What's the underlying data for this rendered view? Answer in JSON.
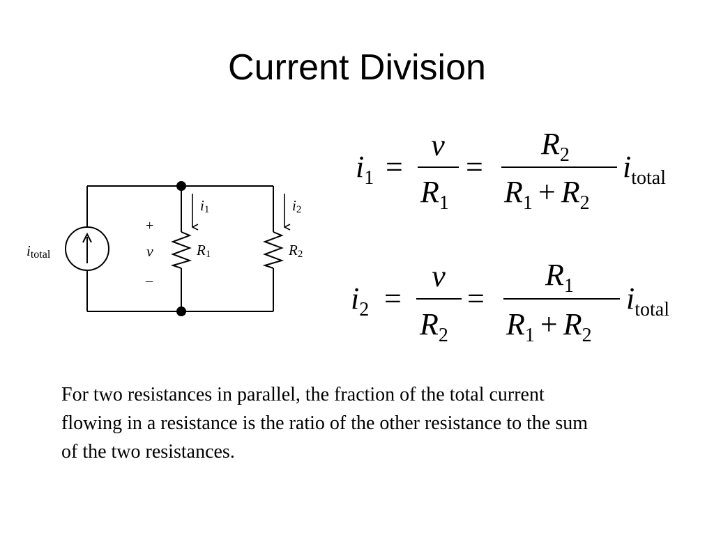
{
  "title": "Current Division",
  "circuit": {
    "source_label": {
      "sym": "i",
      "sub": "total"
    },
    "i1_label": {
      "sym": "i",
      "sub": "1"
    },
    "i2_label": {
      "sym": "i",
      "sub": "2"
    },
    "plus": "+",
    "minus": "–",
    "v": "v",
    "r1": {
      "sym": "R",
      "sub": "1"
    },
    "r2": {
      "sym": "R",
      "sub": "2"
    }
  },
  "equations": [
    {
      "lhs": {
        "sym": "i",
        "sub": "1"
      },
      "eq": "=",
      "frac1": {
        "num": "v",
        "den": {
          "sym": "R",
          "sub": "1"
        }
      },
      "frac2": {
        "num": {
          "sym": "R",
          "sub": "2"
        },
        "den": {
          "a": {
            "sym": "R",
            "sub": "1"
          },
          "op": "+",
          "b": {
            "sym": "R",
            "sub": "2"
          }
        }
      },
      "rhs": {
        "sym": "i",
        "sub": "total"
      }
    },
    {
      "lhs": {
        "sym": "i",
        "sub": "2"
      },
      "eq": "=",
      "frac1": {
        "num": "v",
        "den": {
          "sym": "R",
          "sub": "2"
        }
      },
      "frac2": {
        "num": {
          "sym": "R",
          "sub": "1"
        },
        "den": {
          "a": {
            "sym": "R",
            "sub": "1"
          },
          "op": "+",
          "b": {
            "sym": "R",
            "sub": "2"
          }
        }
      },
      "rhs": {
        "sym": "i",
        "sub": "total"
      }
    }
  ],
  "body_text": "For two resistances in parallel, the fraction of the total current flowing in a resistance is the ratio of the other resistance to the sum of the two resistances."
}
